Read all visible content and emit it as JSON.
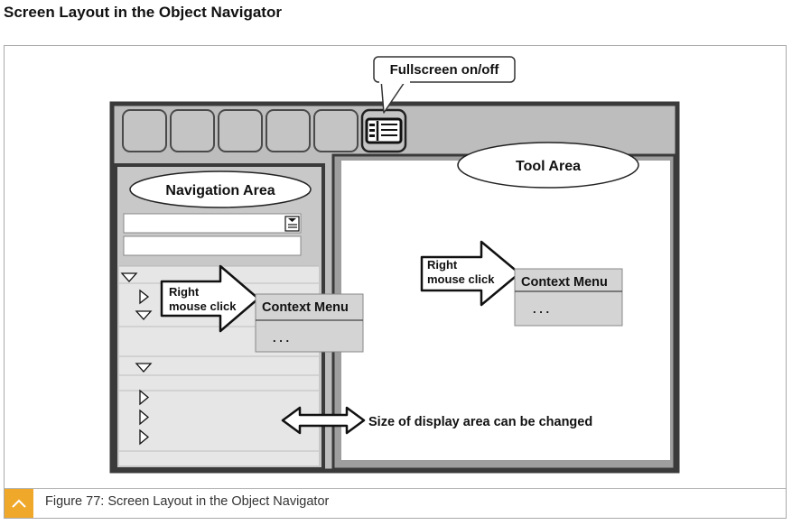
{
  "heading": "Screen Layout in the Object Navigator",
  "caption": "Figure 77: Screen Layout in the Object Navigator",
  "callout": "Fullscreen on/off",
  "navigation_area": "Navigation Area",
  "tool_area": "Tool Area",
  "left_click": {
    "line1": "Right",
    "line2": "mouse click"
  },
  "left_menu": {
    "title": "Context Menu",
    "item": ". . ."
  },
  "right_click": {
    "line1": "Right",
    "line2": "mouse click"
  },
  "right_menu": {
    "title": "Context Menu",
    "item": ". . ."
  },
  "resize_note": "Size of display area can be changed",
  "colors": {
    "accent": "#f0a82a",
    "panel_gray": "#bdbdbd",
    "border_dark": "#3a3a3a"
  },
  "icons": {
    "fullscreen": "fullscreen-toggle-icon",
    "caption": "chevron-up-icon"
  }
}
